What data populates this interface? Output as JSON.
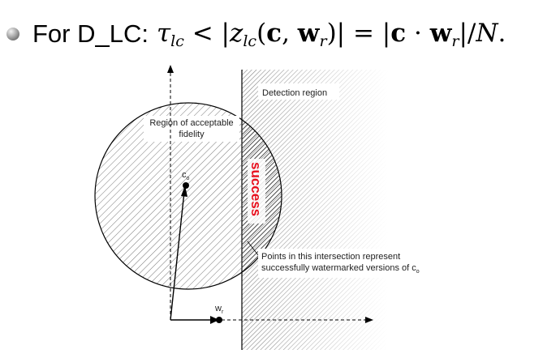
{
  "header": {
    "bullet_icon": "sphere-bullet-icon",
    "prefix": "For D_LC:",
    "formula": {
      "tau": "τ",
      "tau_sub": "lc",
      "lt": " < |",
      "z": "z",
      "z_sub": "lc",
      "open": "(",
      "c1": "c",
      "comma": ", ",
      "w1": "w",
      "w1_sub": "r",
      "close": ")| = |",
      "c2": "c",
      "dot": " · ",
      "w2": "w",
      "w2_sub": "r",
      "tail": "|/",
      "N": "N",
      "period": "."
    }
  },
  "diagram": {
    "detection_region_label": "Detection region",
    "fidelity_label_line1": "Region of acceptable",
    "fidelity_label_line2": "fidelity",
    "co_label": "c",
    "co_sub": "o",
    "wr_label": "w",
    "wr_sub": "r",
    "success_label": "success",
    "intersection_line1": "Points in this intersection represent",
    "intersection_line2": "successfully watermarked versions of c",
    "intersection_sub": "o",
    "colors": {
      "success": "#e8101e"
    }
  }
}
